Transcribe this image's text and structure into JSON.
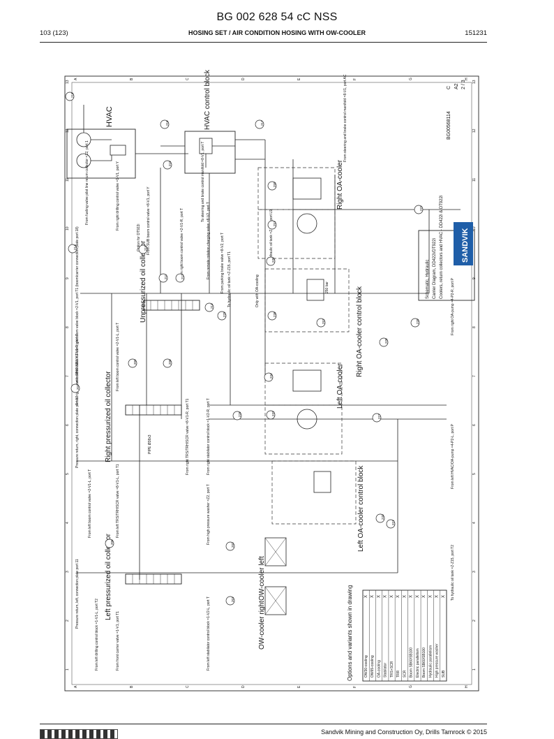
{
  "document": {
    "title": "BG 002 628 54 cC NSS",
    "page": "103 (123)",
    "section": "HOSING SET / AIR CONDITION HOSING WITH OW-COOLER",
    "code": "151231",
    "footer": "Sandvik Mining and Construction Oy, Drills Tamrock © 2015"
  },
  "frame": {
    "column_numbers": [
      "1",
      "2",
      "3",
      "4",
      "5",
      "6",
      "7",
      "8",
      "9",
      "10",
      "11",
      "12",
      "13"
    ],
    "row_letters": [
      "A",
      "B",
      "C",
      "D",
      "E",
      "F",
      "G",
      "H"
    ]
  },
  "title_block": {
    "company": "SANDVIK",
    "schematic": "Schematic, Hydraulic",
    "description1": "Carrier Diagram, DD422i/DT922i",
    "description2": "Coolers, return collectors and HVAC - DD422i & DT922i",
    "drawing_number": "BG00568114",
    "revision": "C",
    "size": "A2",
    "sheet": "2 / 3"
  },
  "components": {
    "hvac": "HVAC",
    "hvac_block": "HVAC control block",
    "unpressurized": "Unpressurized oil collector",
    "right_pressurized": "Right pressurized oil collector",
    "left_pressurized": "Left pressurized oil collector",
    "right_oa_cooler": "Right OA-cooler",
    "right_oa_block": "Right OA-cooler control block",
    "left_oa_cooler": "Left OA-cooler",
    "left_oa_block": "Left OA-cooler control block",
    "ow_left": "OW-cooler left",
    "ow_right": "OW-cooler right",
    "option": "Option"
  },
  "notes": {
    "steering_manifold": "From steering and brake control manifold =8-V1, port AC",
    "brake_manifold": "To steering and brake control manifold =8-V1, port T",
    "fueling_valve": "From fueling valve pilot line return collector =Z2, port 1",
    "drilling_control": "From right drilling control valve =1-V1, port Y",
    "sub_boom": "From SUB boom control valve =8-V1, port Y",
    "option_dt922": "Option for DT922i",
    "remote_charging": "From remote rotation charging valve =8-V2, port T",
    "boom_control": "From right boom control valve =2-V1-R, port T",
    "parking_brake": "From parking brake valve =8-V2, port T",
    "hydraulic_tank_right": "To hydraulic oil tank =Z-Z15, port T1",
    "hydraulic_tank_ports": "To hydraulic oil tank =Z-Z16, port L9",
    "oa_only": "Only with OA-cooling",
    "sb_options": "Only with SB60/SB100 From right boom valve block =2-V1, port T1 (boom/carrier connection plate port 18)",
    "right_drilling": "From right boom control valve =2-V1-R, port T",
    "left_boom_valve": "From left boom control valve =2-V1-L, port T",
    "pressure_return": "Pressure return, right, connection plate port 12",
    "right_stabilator": "From right stabilator control block =1-V2-R, port T",
    "trs_scr": "From right TRS/TRH/SCR valve =8-V1-R, port T1",
    "right_hp_washer": "From high pressure washer =Z2, port T",
    "left_trs": "From left TRS/TRH/SCR valve =8-V1-L, port T1",
    "left_boom": "From left boom control valve =2-V1-L, port T",
    "left_stabilator": "From left stabilator control block =1-V2-L, port T",
    "front_carrier": "From front carrier valve =1-V1, port T1",
    "left_drilling": "From left drilling control block =1-V1-L, port T2",
    "pressure_return_left": "Pressure return, left, connection plate port 11",
    "hydraulic_tank_left": "To hydraulic oil tank =Z-Z15, port T2",
    "hvac_pump": "From left HVAC/OA-pump =4-P2-L, port P",
    "right_oa_pump": "From right OA-pump =4-P2-R, port P",
    "pipe_label": "PIPE Ø38x3",
    "relief": "250 bar"
  },
  "options_table": {
    "title": "Options and variants shown in drawing",
    "rows": [
      {
        "label": "OW30-cooling",
        "mark": "X"
      },
      {
        "label": "OW65-cooling",
        "mark": "X"
      },
      {
        "label": "OA-cooling",
        "mark": "X"
      },
      {
        "label": "Stabilator",
        "mark": "X"
      },
      {
        "label": "TRS+SCR",
        "mark": "X"
      },
      {
        "label": "TRR",
        "mark": "X"
      },
      {
        "label": "SCR",
        "mark": "X"
      },
      {
        "label": "Boom SB60/SB100",
        "mark": "X"
      },
      {
        "label": "Electric parallelism",
        "mark": "X"
      },
      {
        "label": "Boom SB60/SB100",
        "mark": "X"
      },
      {
        "label": "Hydraulic parallelism",
        "mark": "X"
      },
      {
        "label": "High pressure washer",
        "mark": "X"
      },
      {
        "label": "SUB",
        "mark": "X"
      }
    ]
  },
  "bubbles": [
    "218",
    "216",
    "217",
    "215",
    "214",
    "210",
    "211",
    "212",
    "213",
    "207",
    "209",
    "208",
    "206",
    "202",
    "201",
    "232",
    "233",
    "234",
    "235",
    "236",
    "225",
    "226",
    "227",
    "228",
    "220",
    "221",
    "222",
    "250",
    "251",
    "252"
  ]
}
